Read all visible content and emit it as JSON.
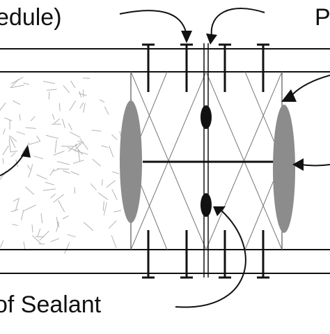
{
  "labels": {
    "top_left": "edule)",
    "top_right": "P",
    "bottom_left": "of Sealant"
  },
  "colors": {
    "line": "#111111",
    "lens_fill": "#8c8c8c",
    "fiber": "#b4b4b4",
    "background": "#ffffff"
  },
  "icons": [
    "arrow-icon"
  ]
}
